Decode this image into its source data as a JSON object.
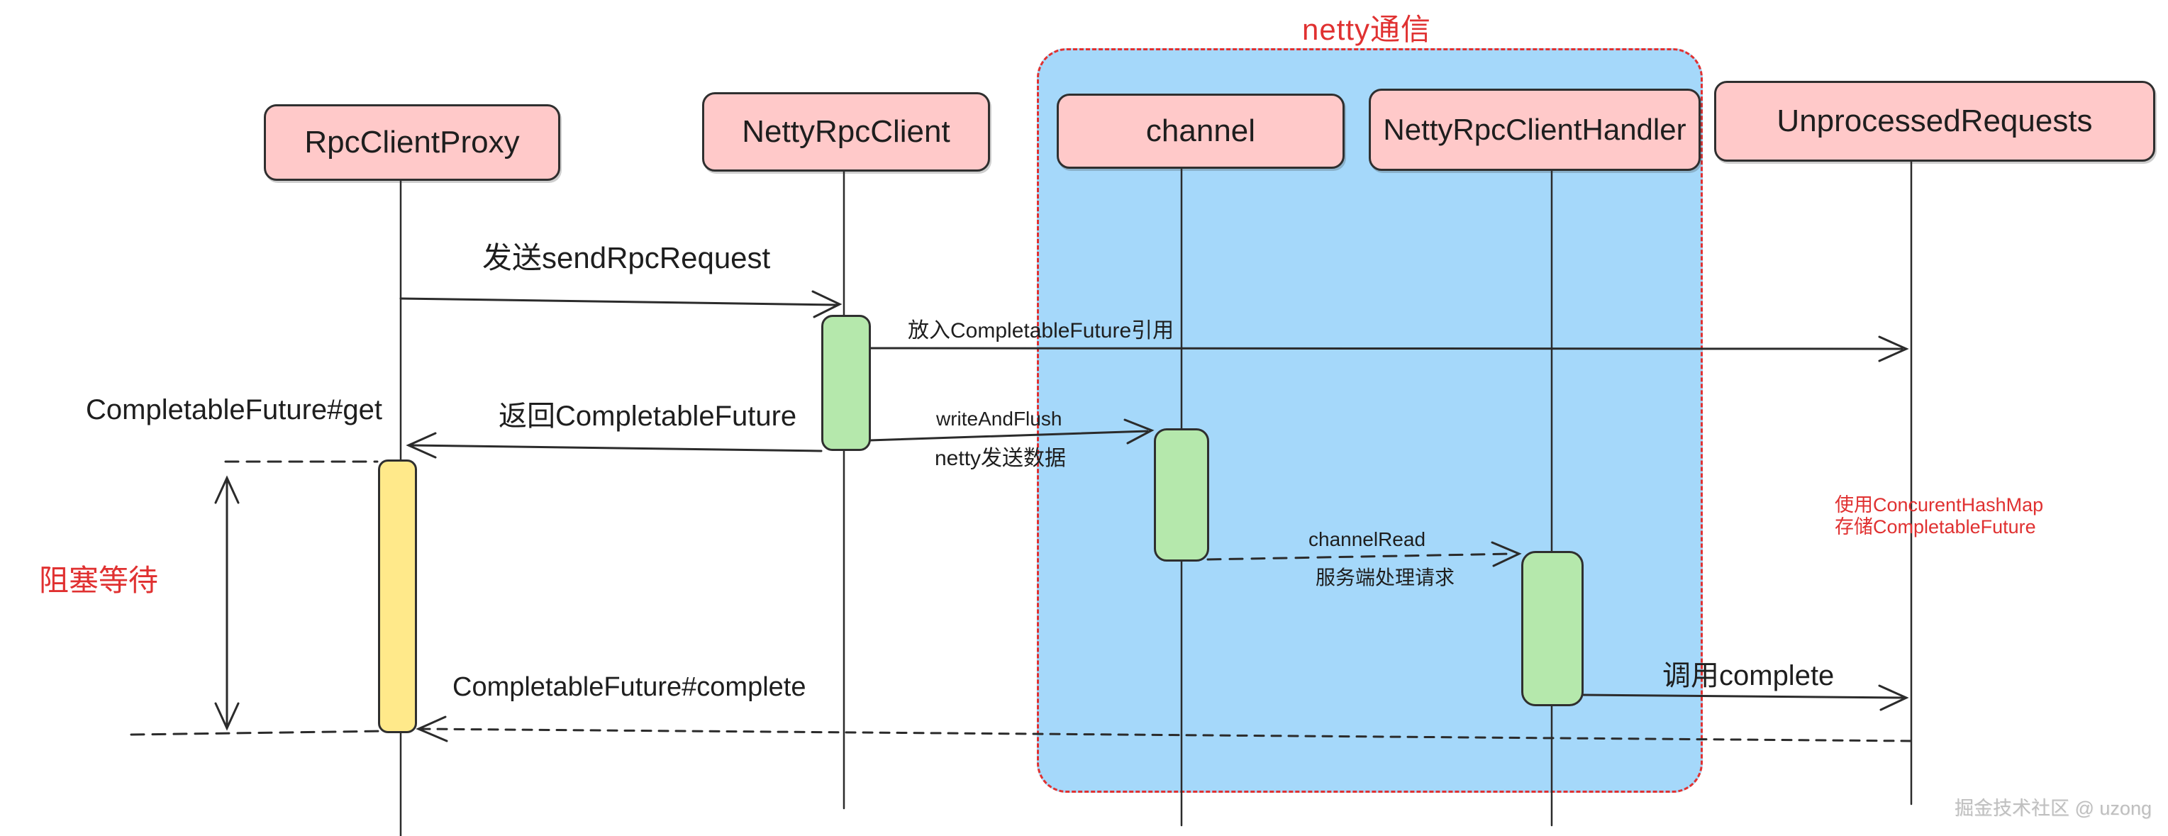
{
  "title": "netty通信",
  "actors": [
    {
      "label": "RpcClientProxy"
    },
    {
      "label": "NettyRpcClient"
    },
    {
      "label": "channel"
    },
    {
      "label": "NettyRpcClientHandler"
    },
    {
      "label": "UnprocessedRequests"
    }
  ],
  "messages": {
    "send_rpc_request": "发送sendRpcRequest",
    "put_future_ref": "放入CompletableFuture引用",
    "future_get": "CompletableFuture#get",
    "return_future": "返回CompletableFuture",
    "write_and_flush": "writeAndFlush",
    "netty_send_data": "netty发送数据",
    "channel_read": "channelRead",
    "server_handle_request": "服务端处理请求",
    "future_complete": "CompletableFuture#complete",
    "call_complete": "调用complete"
  },
  "annotations": {
    "blocking_wait": "阻塞等待",
    "hashmap_line1": "使用ConcurentHashMap",
    "hashmap_line2": "存储CompletableFuture"
  },
  "watermark": "掘金技术社区 @ uzong",
  "colors": {
    "actor_fill": "#ffc9c9",
    "activation_green": "#b5e8ac",
    "activation_yellow": "#ffe98a",
    "netty_group_fill": "#a5d8fa",
    "accent_red": "#e03131",
    "stroke_dark": "#2f2f2f"
  }
}
